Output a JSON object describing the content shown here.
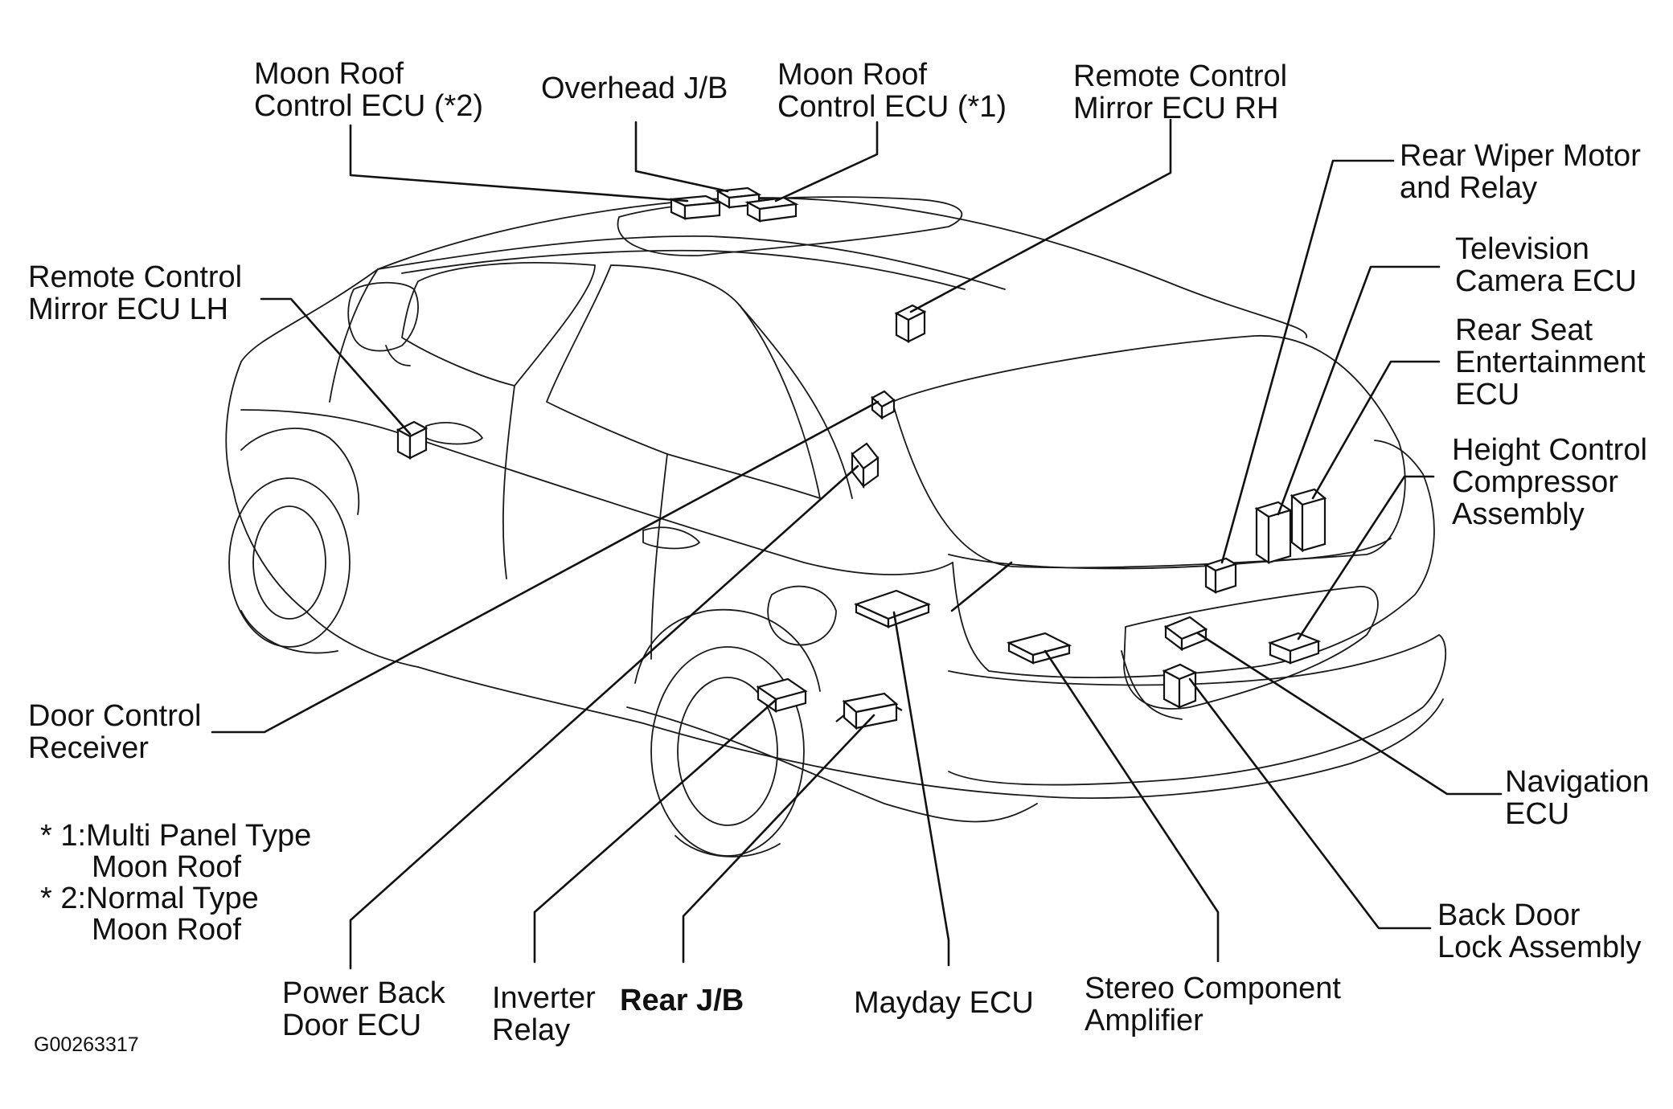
{
  "labels": {
    "moon_roof_ecu_2": [
      "Moon Roof",
      "Control ECU (*2)"
    ],
    "overhead_jb": [
      "Overhead J/B"
    ],
    "moon_roof_ecu_1": [
      "Moon Roof",
      "Control ECU (*1)"
    ],
    "mirror_ecu_rh": [
      "Remote Control",
      "Mirror ECU RH"
    ],
    "rear_wiper": [
      "Rear Wiper Motor",
      "and Relay"
    ],
    "tv_camera_ecu": [
      "Television",
      "Camera ECU"
    ],
    "rear_seat_ecu": [
      "Rear Seat",
      "Entertainment",
      "ECU"
    ],
    "height_control": [
      "Height Control",
      "Compressor",
      "Assembly"
    ],
    "mirror_ecu_lh": [
      "Remote Control",
      "Mirror ECU LH"
    ],
    "door_control_receiver": [
      "Door Control",
      "Receiver"
    ],
    "navigation_ecu": [
      "Navigation",
      "ECU"
    ],
    "back_door_lock": [
      "Back Door",
      "Lock Assembly"
    ],
    "power_back_door_ecu": [
      "Power Back",
      "Door ECU"
    ],
    "inverter_relay": [
      "Inverter",
      "Relay"
    ],
    "rear_jb": [
      "Rear J/B"
    ],
    "mayday_ecu": [
      "Mayday ECU"
    ],
    "stereo_amp": [
      "Stereo Component",
      "Amplifier"
    ]
  },
  "notes": {
    "note1_line1": "* 1:Multi Panel Type",
    "note1_line2": "Moon Roof",
    "note2_line1": "* 2:Normal Type",
    "note2_line2": "Moon Roof"
  },
  "figure_code": "G00263317"
}
